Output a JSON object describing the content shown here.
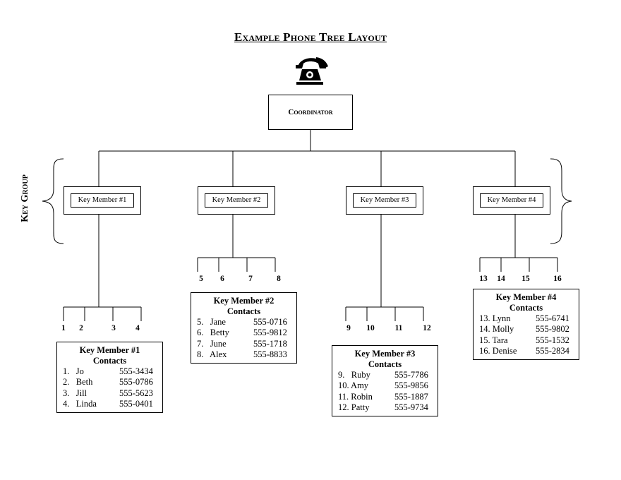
{
  "title": "Example Phone Tree Layout",
  "coordinator": {
    "label": "Coordinator"
  },
  "key_group_label": "Key Group",
  "icons": {
    "phone": "telephone-icon"
  },
  "key_members": [
    {
      "label": "Key Member #1",
      "numbers": [
        "1",
        "2",
        "3",
        "4"
      ],
      "contacts_title": "Key Member #1",
      "contacts_subtitle": "Contacts",
      "contacts": [
        {
          "name": "1.   Jo",
          "phone": "555-3434"
        },
        {
          "name": "2.   Beth",
          "phone": "555-0786"
        },
        {
          "name": "3.   Jill",
          "phone": "555-5623"
        },
        {
          "name": "4.   Linda",
          "phone": "555-0401"
        }
      ]
    },
    {
      "label": "Key Member #2",
      "numbers": [
        "5",
        "6",
        "7",
        "8"
      ],
      "contacts_title": "Key Member #2",
      "contacts_subtitle": "Contacts",
      "contacts": [
        {
          "name": "5.   Jane",
          "phone": "555-0716"
        },
        {
          "name": "6.   Betty",
          "phone": "555-9812"
        },
        {
          "name": "7.   June",
          "phone": "555-1718"
        },
        {
          "name": "8.   Alex",
          "phone": "555-8833"
        }
      ]
    },
    {
      "label": "Key Member #3",
      "numbers": [
        "9",
        "10",
        "11",
        "12"
      ],
      "contacts_title": "Key Member #3",
      "contacts_subtitle": "Contacts",
      "contacts": [
        {
          "name": "9.   Ruby",
          "phone": "555-7786"
        },
        {
          "name": "10. Amy",
          "phone": "555-9856"
        },
        {
          "name": "11. Robin",
          "phone": "555-1887"
        },
        {
          "name": "12. Patty",
          "phone": "555-9734"
        }
      ]
    },
    {
      "label": "Key Member #4",
      "numbers": [
        "13",
        "14",
        "15",
        "16"
      ],
      "contacts_title": "Key Member #4",
      "contacts_subtitle": "Contacts",
      "contacts": [
        {
          "name": "13. Lynn",
          "phone": "555-6741"
        },
        {
          "name": "14. Molly",
          "phone": "555-9802"
        },
        {
          "name": "15. Tara",
          "phone": "555-1532"
        },
        {
          "name": "16. Denise",
          "phone": "555-2834"
        }
      ]
    }
  ]
}
